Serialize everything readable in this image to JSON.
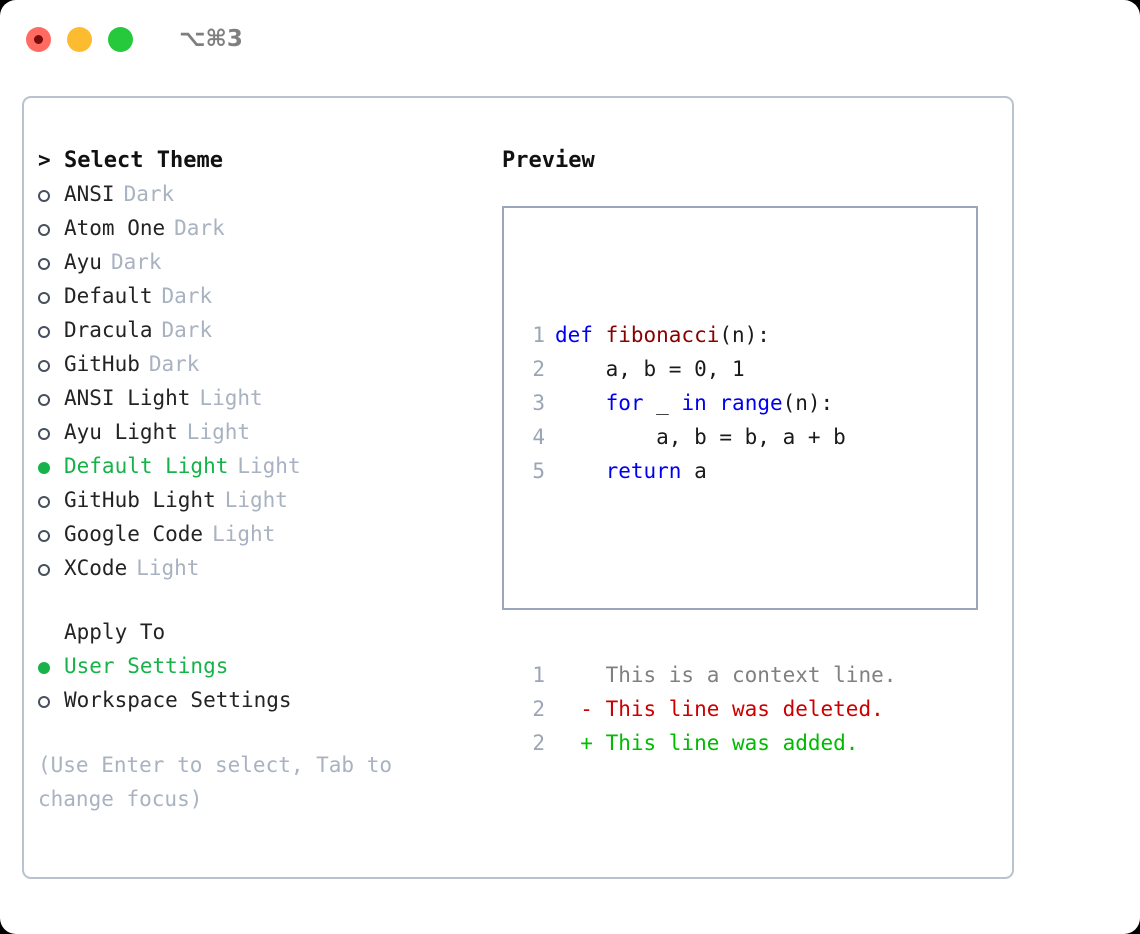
{
  "titlebar": {
    "shortcut": "⌥⌘3",
    "buttons": [
      {
        "name": "close",
        "color": "#ff6b60"
      },
      {
        "name": "minimize",
        "color": "#fdbc2f"
      },
      {
        "name": "maximize",
        "color": "#26c83c"
      }
    ]
  },
  "theme_picker": {
    "header_marker": ">",
    "header": "Select Theme",
    "selected_marker": "●",
    "unselected_marker": "○",
    "items": [
      {
        "marker": "○",
        "name": "ANSI",
        "tag": "Dark",
        "selected": false
      },
      {
        "marker": "○",
        "name": "Atom One",
        "tag": "Dark",
        "selected": false
      },
      {
        "marker": "○",
        "name": "Ayu",
        "tag": "Dark",
        "selected": false
      },
      {
        "marker": "○",
        "name": "Default",
        "tag": "Dark",
        "selected": false
      },
      {
        "marker": "○",
        "name": "Dracula",
        "tag": "Dark",
        "selected": false
      },
      {
        "marker": "○",
        "name": "GitHub",
        "tag": "Dark",
        "selected": false
      },
      {
        "marker": "○",
        "name": "ANSI Light",
        "tag": "Light",
        "selected": false
      },
      {
        "marker": "○",
        "name": "Ayu Light",
        "tag": "Light",
        "selected": false
      },
      {
        "marker": "●",
        "name": "Default Light",
        "tag": "Light",
        "selected": true
      },
      {
        "marker": "○",
        "name": "GitHub Light",
        "tag": "Light",
        "selected": false
      },
      {
        "marker": "○",
        "name": "Google Code",
        "tag": "Light",
        "selected": false
      },
      {
        "marker": "○",
        "name": "XCode",
        "tag": "Light",
        "selected": false
      }
    ]
  },
  "apply_to": {
    "header": "Apply To",
    "options": [
      {
        "marker": "●",
        "label": "User Settings",
        "selected": true
      },
      {
        "marker": "○",
        "label": "Workspace Settings",
        "selected": false
      }
    ]
  },
  "hint": "(Use Enter to select, Tab to\nchange focus)",
  "preview": {
    "title": "Preview",
    "code_lines": [
      {
        "no": "1",
        "segments": [
          {
            "text": "def ",
            "kind": "kw"
          },
          {
            "text": "fibonacci",
            "kind": "fn"
          },
          {
            "text": "(n):",
            "kind": "plain"
          }
        ]
      },
      {
        "no": "2",
        "segments": [
          {
            "text": "    a, b = 0, 1",
            "kind": "plain"
          }
        ]
      },
      {
        "no": "3",
        "segments": [
          {
            "text": "    ",
            "kind": "plain"
          },
          {
            "text": "for",
            "kind": "kw"
          },
          {
            "text": " _ ",
            "kind": "plain"
          },
          {
            "text": "in",
            "kind": "kw"
          },
          {
            "text": " ",
            "kind": "plain"
          },
          {
            "text": "range",
            "kind": "kw"
          },
          {
            "text": "(n):",
            "kind": "plain"
          }
        ]
      },
      {
        "no": "4",
        "segments": [
          {
            "text": "        a, b = b, a + b",
            "kind": "plain"
          }
        ]
      },
      {
        "no": "5",
        "segments": [
          {
            "text": "    ",
            "kind": "plain"
          },
          {
            "text": "return",
            "kind": "kw"
          },
          {
            "text": " a",
            "kind": "plain"
          }
        ]
      }
    ],
    "diff_lines": [
      {
        "no": "1",
        "sign": " ",
        "text": "This is a context line.",
        "kind": "ctx"
      },
      {
        "no": "2",
        "sign": "-",
        "text": "This line was deleted.",
        "kind": "del"
      },
      {
        "no": "2",
        "sign": "+",
        "text": "This line was added.",
        "kind": "add"
      }
    ]
  },
  "colors": {
    "accent_green": "#17b24a",
    "keyword_blue": "#0000ee",
    "function_red": "#8b0000",
    "diff_delete": "#cc0000",
    "diff_add": "#00bb00",
    "muted_tag": "#a8b2c1",
    "border": "#b9c2cf"
  }
}
